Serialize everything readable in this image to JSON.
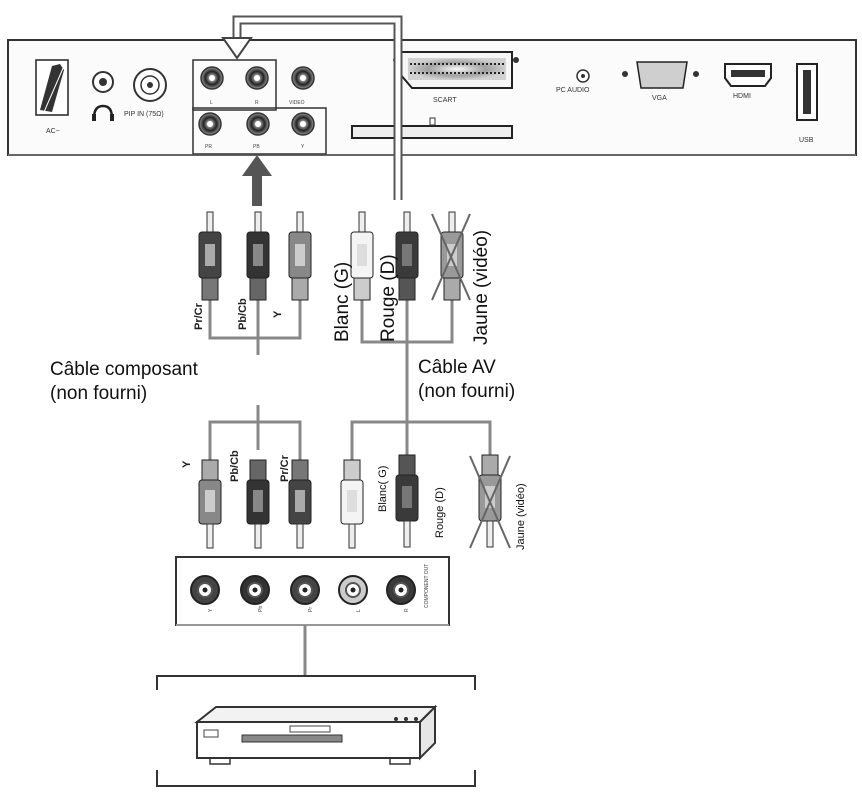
{
  "tv_panel": {
    "port_labels": {
      "ac": "AC~",
      "pip_in": "PIP IN (75Ω)",
      "l": "L",
      "r": "R",
      "video": "VIDEO",
      "pr": "PR",
      "pb": "PB",
      "y": "Y",
      "scart": "SCART",
      "pc_audio": "PC AUDIO",
      "vga": "VGA",
      "hdmi": "HDMI",
      "usb": "USB"
    }
  },
  "component_cable": {
    "caption_line1": "Câble composant",
    "caption_line2": "(non fourni)",
    "top_plugs": [
      "Pr/Cr",
      "Pb/Cb",
      "Y"
    ],
    "bottom_plugs": [
      "Y",
      "Pb/Cb",
      "Pr/Cr"
    ]
  },
  "av_cable": {
    "caption_line1": "Câble AV",
    "caption_line2": "(non fourni)",
    "top_plugs": [
      "Blanc (G)",
      "Rouge (D)",
      "Jaune (vidéo)"
    ],
    "bottom_plugs": [
      "Blanc( G)",
      "Rouge (D)",
      "Jaune (vidéo)"
    ]
  },
  "device_panel": {
    "jack_labels": [
      "Y",
      "Pb",
      "Pr",
      "L",
      "R"
    ],
    "side_label": "COMPONENT OUT"
  }
}
